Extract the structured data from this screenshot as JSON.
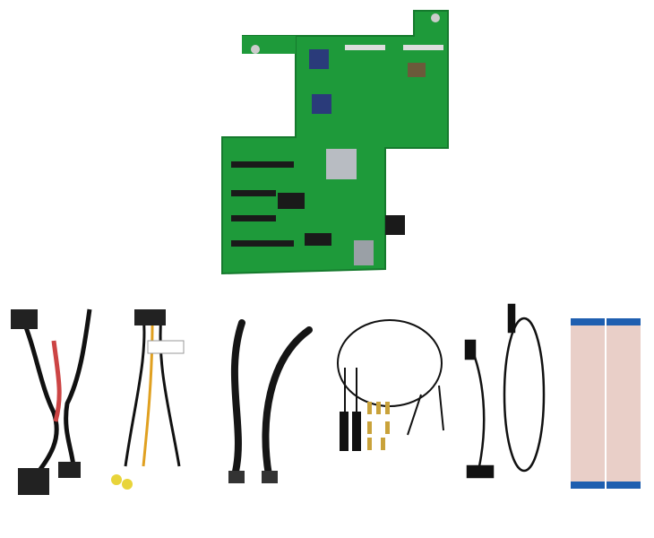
{
  "scene": {
    "subject": "product-photo",
    "colors": {
      "background": "#ffffff",
      "pcb": "#1e9a3a",
      "pcb_dark": "#14772b",
      "chip": "#1a1a1a",
      "heatsink": "#b8bcc2",
      "cable": "#111111",
      "ribbon": "#e9cfc8",
      "ribbon_tab": "#1f5fb0",
      "brass": "#c9a23a"
    },
    "items": [
      {
        "icon": "circuit-board"
      },
      {
        "icon": "wiring-harness"
      },
      {
        "icon": "wiring-harness"
      },
      {
        "icon": "sleeved-cable"
      },
      {
        "icon": "sleeved-cable"
      },
      {
        "icon": "antenna-cables"
      },
      {
        "icon": "brass-standoffs"
      },
      {
        "icon": "usb-audio-cable"
      },
      {
        "icon": "ribbon-cable"
      },
      {
        "icon": "ribbon-cable"
      }
    ]
  }
}
